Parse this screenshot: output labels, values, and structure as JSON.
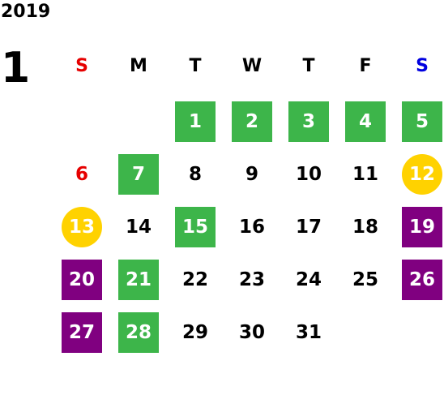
{
  "calendar": {
    "year": "2019",
    "month": "1",
    "weekdays": [
      "S",
      "M",
      "T",
      "W",
      "T",
      "F",
      "S"
    ],
    "weeks": [
      [
        null,
        null,
        "1",
        "2",
        "3",
        "4",
        "5"
      ],
      [
        "6",
        "7",
        "8",
        "9",
        "10",
        "11",
        "12"
      ],
      [
        "13",
        "14",
        "15",
        "16",
        "17",
        "18",
        "19"
      ],
      [
        "20",
        "21",
        "22",
        "23",
        "24",
        "25",
        "26"
      ],
      [
        "27",
        "28",
        "29",
        "30",
        "31",
        null,
        null
      ]
    ]
  },
  "colors": {
    "green": "#3db54a",
    "purple": "#800080",
    "yellow": "#ffd200",
    "sunday_red": "#e60000",
    "saturday_blue": "#0000e0"
  }
}
